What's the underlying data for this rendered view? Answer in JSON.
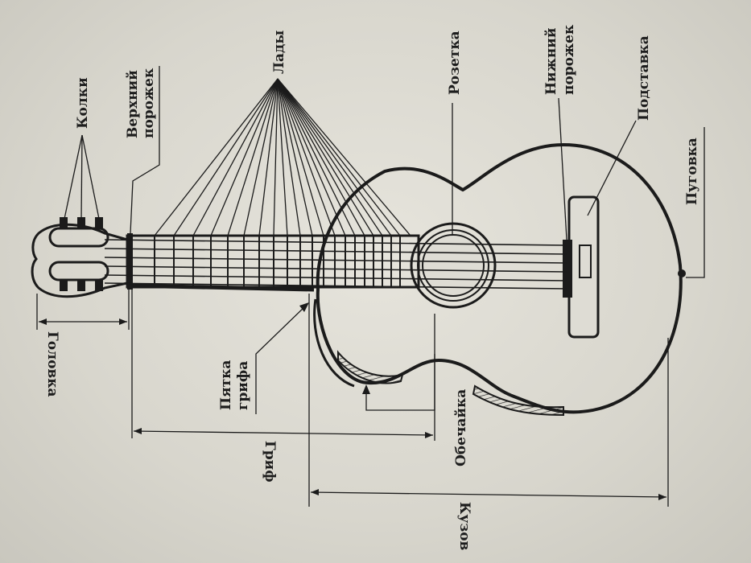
{
  "labels": {
    "kolki": "Колки",
    "verkhniy_1": "Верхний",
    "verkhniy_2": "порожек",
    "lady": "Лады",
    "rozetka": "Розетка",
    "nizhniy_1": "Нижний",
    "nizhniy_2": "порожек",
    "podstavka": "Подставка",
    "pugovka": "Пуговка",
    "golovka": "Головка",
    "pyatka_1": "Пятка",
    "pyatka_2": "грифа",
    "grif": "Гриф",
    "obechayka": "Обечайка",
    "kuzov": "Кузов"
  },
  "colors": {
    "ink": "#1b1b1b",
    "paper": "#d9d8d0"
  }
}
